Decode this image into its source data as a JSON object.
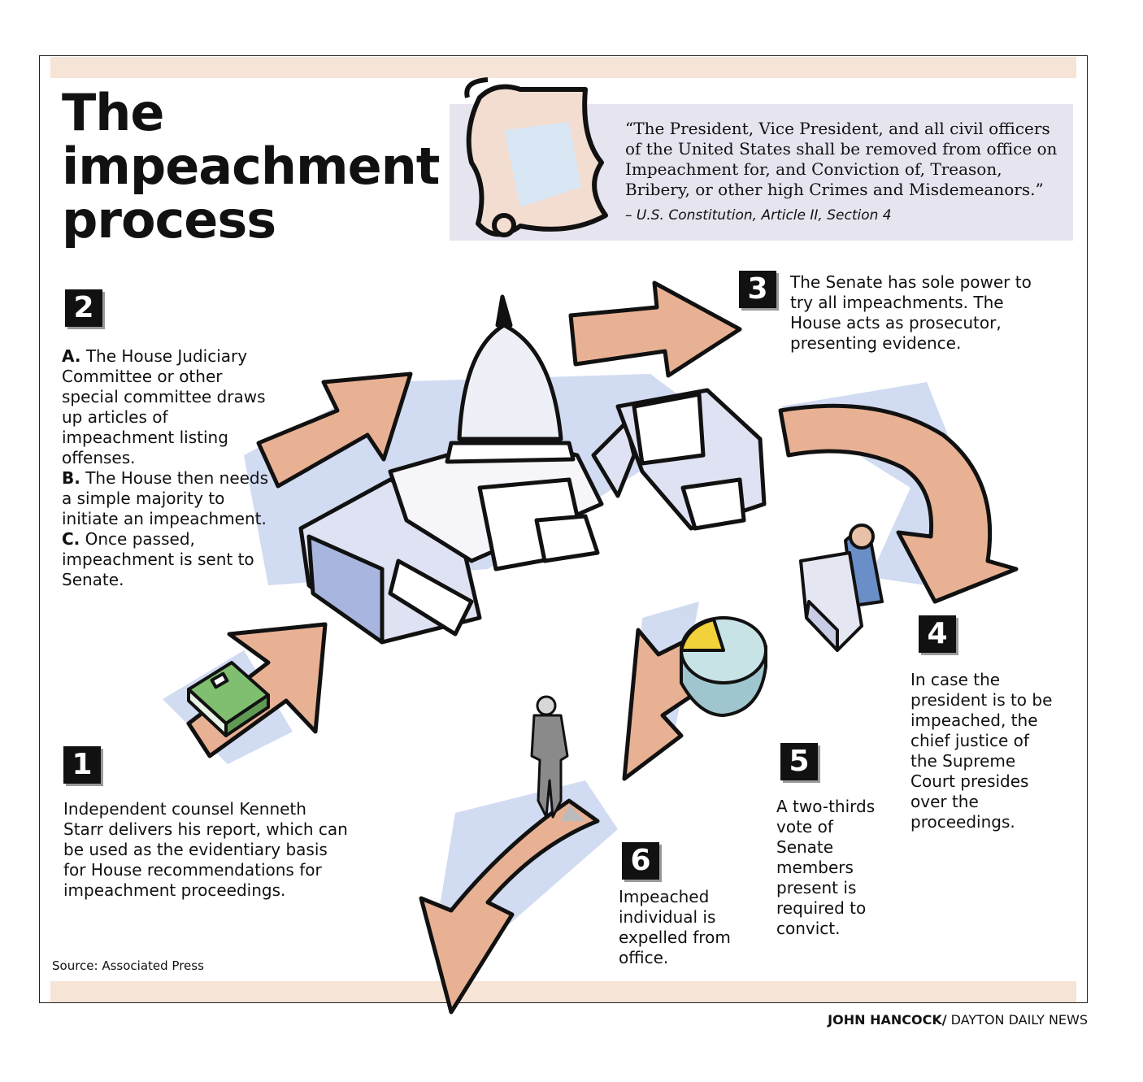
{
  "title": [
    "The",
    "impeachment",
    "process"
  ],
  "quote": {
    "text": "“The President, Vice President, and all civil officers of the United States shall be removed from office on Impeachment for, and Conviction of, Treason, Bribery, or other high Crimes and Misdemeanors.”",
    "citation": "– U.S. Constitution, Article II, Section 4"
  },
  "steps": {
    "s1": {
      "number": "1",
      "text": "Independent counsel Kenneth Starr delivers his report, which can be used as the evidentiary basis for House recommendations for impeachment proceedings."
    },
    "s2": {
      "number": "2",
      "a_label": "A.",
      "a_text": "The House Judiciary Committee or other special committee draws up articles of impeachment listing offenses.",
      "b_label": "B.",
      "b_text": "The House then needs a simple majority to initiate an impeachment.",
      "c_label": "C.",
      "c_text": "Once passed, impeachment is sent to Senate."
    },
    "s3": {
      "number": "3",
      "text": "The Senate has sole power to try all impeachments. The House acts as prosecutor, presenting evidence."
    },
    "s4": {
      "number": "4",
      "text": "In case the president is to be impeached, the chief justice of the Supreme Court presides over the proceedings."
    },
    "s5": {
      "number": "5",
      "text": "A two-thirds vote of Senate members present is required to convict."
    },
    "s6": {
      "number": "6",
      "text": "Impeached individual is expelled from office."
    }
  },
  "source": "Source: Associated Press",
  "credit": {
    "author": "JOHN HANCOCK/",
    "outlet": "DAYTON DAILY NEWS"
  },
  "colors": {
    "band": "#f6e4d7",
    "quote_bg": "#e6e4ef",
    "arrow": "#e8b194",
    "shadow": "#c9d5ee",
    "building": "#dfe2f2"
  },
  "icons": [
    "scroll-icon",
    "capitol-building-icon",
    "report-book-icon",
    "judge-at-podium-icon",
    "vote-pie-icon",
    "impeached-official-icon",
    "process-arrow-icon"
  ]
}
